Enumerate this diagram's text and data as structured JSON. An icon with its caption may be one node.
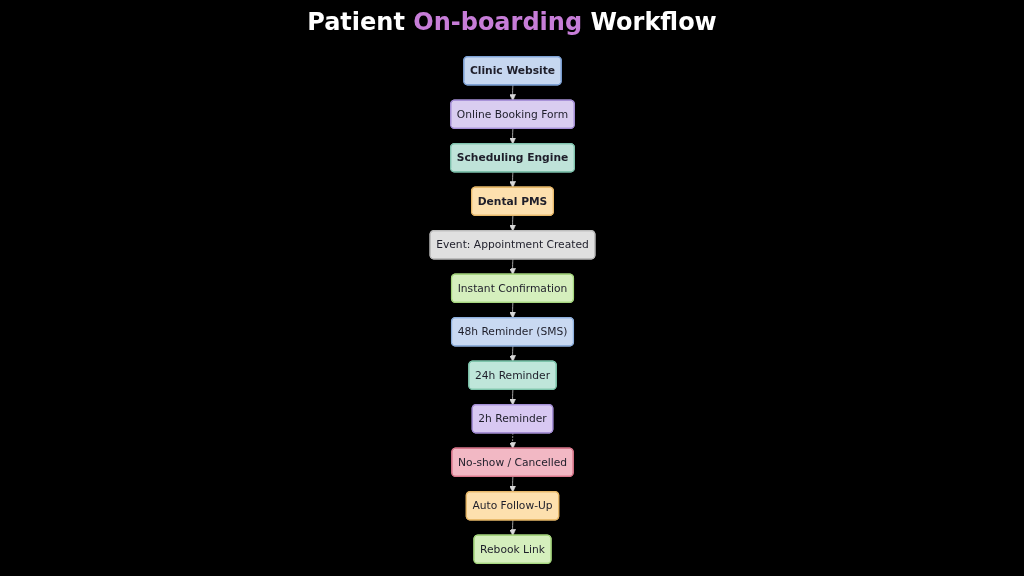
{
  "diagram": {
    "title": "Patient On-boarding Workflow",
    "nodes": [
      {
        "text": [
          "Clinic Website"
        ]
      },
      {
        "text": [
          "Online Booking Form"
        ]
      },
      {
        "text": [
          "Scheduling Engine"
        ]
      },
      {
        "text": [
          "Dental PMS"
        ]
      },
      {
        "text": [
          "Event: Appointment Created"
        ]
      },
      {
        "text": [
          "Instant Confirmation"
        ]
      },
      {
        "text": [
          "48h Reminder (SMS)"
        ]
      },
      {
        "text": [
          "24h Reminder"
        ]
      },
      {
        "text": [
          "2h Reminder"
        ]
      },
      {
        "text": [
          "No-show / Cancelled"
        ]
      },
      {
        "text": [
          "Auto Follow-Up"
        ]
      },
      {
        "text": [
          "Rebook Link"
        ]
      }
    ],
    "edges": [
      {
        "from": 0,
        "to": 1,
        "arrow": "to"
      },
      {
        "from": 1,
        "to": 2,
        "arrow": "to"
      },
      {
        "from": 2,
        "to": 3,
        "arrow": "to"
      },
      {
        "from": 3,
        "to": 4,
        "arrow": "to"
      },
      {
        "from": 4,
        "to": 5,
        "arrow": "to"
      },
      {
        "from": 5,
        "to": 6,
        "arrow": "to"
      },
      {
        "from": 6,
        "to": 7,
        "arrow": "to"
      },
      {
        "from": 7,
        "to": 8,
        "arrow": "to"
      },
      {
        "from": 8,
        "to": 9,
        "arrow": "to",
        "style": "dashed"
      },
      {
        "from": 9,
        "to": 10,
        "arrow": "to"
      },
      {
        "from": 10,
        "to": 11,
        "arrow": "to"
      }
    ]
  }
}
